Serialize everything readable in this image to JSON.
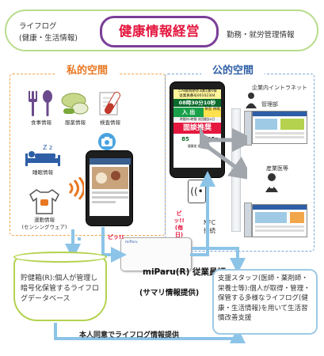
{
  "header": {
    "left_line1": "ライフログ",
    "left_line2": "(健康・生活情報)",
    "center": "健康情報経営",
    "right": "勤務・就労管理情報"
  },
  "private_space": {
    "title": "私的空間",
    "icons": [
      {
        "label": "食事情報",
        "icon": "fork-spoon-icon"
      },
      {
        "label": "服薬情報",
        "icon": "pills-icon"
      },
      {
        "label": "検査情報",
        "icon": "test-tube-icon"
      },
      {
        "label": "睡眠情報",
        "icon": "sleep-bed-icon"
      },
      {
        "label": "運動情報",
        "sub": "(センシングウェア)",
        "icon": "sensing-shirt-icon"
      }
    ]
  },
  "public_space": {
    "title": "公的空間",
    "intranet": "企業内イントラネット",
    "manager": "管理部",
    "doctor": "産業医等"
  },
  "phone_screen": {
    "line1": "ニAI藤岡節亭3課1課A様",
    "line2": "従業員番号00102304",
    "time": "08時30分10秒",
    "btn_in": "入 出",
    "status": "休息 休暇",
    "sub_line": "時間外0時間 次回健診0日",
    "alert": "面談推奨",
    "val1": "85",
    "val2": "1200p",
    "foot": "健康度 保健pt"
  },
  "nfc": {
    "pip": "ピッ!!",
    "pip_sub": "(毎日)",
    "label1": "NFC",
    "label2": "接続"
  },
  "card": {
    "brand": "miParu",
    "pip": "ピッ!!",
    "title": "miParu(R) 従業員証",
    "subtitle": "(サマリ情報提供)"
  },
  "database": {
    "text": "貯健箱(R):個人が管理し暗号化保管するライフログデータベース"
  },
  "support": {
    "text": "支援スタッフ(医師・薬剤師・栄養士等):個人が取得・管理・保管する多様なライフログ(健康・生活情報)を用いて生活習慣改善支援"
  },
  "consent": "本人同意でライフログ情報提供",
  "colors": {
    "title_red": "#e5173f",
    "purple": "#7b3f98",
    "private_orange": "#e87722",
    "public_blue": "#2e5fa6",
    "arrow_blue": "#8cc4e8",
    "green": "#b4d24e"
  }
}
